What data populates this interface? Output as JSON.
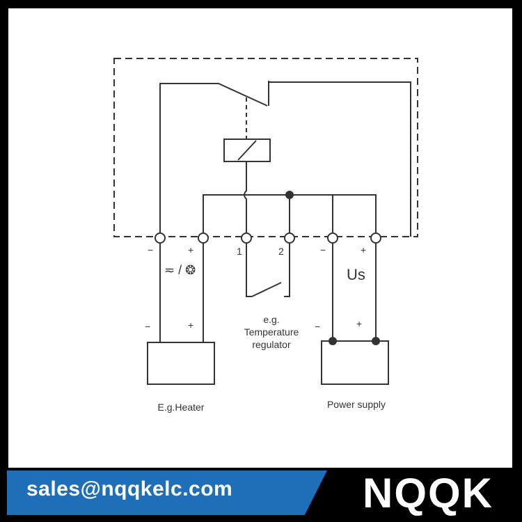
{
  "diagram": {
    "terminal_numbers": {
      "t3": "1",
      "t4": "2"
    },
    "polarity": {
      "t1": "−",
      "t2": "+",
      "t5": "−",
      "t6": "+",
      "heater_minus": "−",
      "heater_plus": "+",
      "supply_minus": "−",
      "supply_plus": "+"
    },
    "heater_symbol": "≂ / ❂",
    "us_label": "Us",
    "regulator_label": [
      "e.g.",
      "Temperature",
      "regulator"
    ],
    "heater_caption": "E.g.Heater",
    "supply_caption": "Power supply"
  },
  "footer": {
    "email": "sales@nqqkelc.com",
    "brand": "NQQK"
  },
  "colors": {
    "background": "#000000",
    "panel": "#ffffff",
    "line": "#333333",
    "accent_band": "#1e6fb8",
    "footer_text": "#ffffff"
  }
}
